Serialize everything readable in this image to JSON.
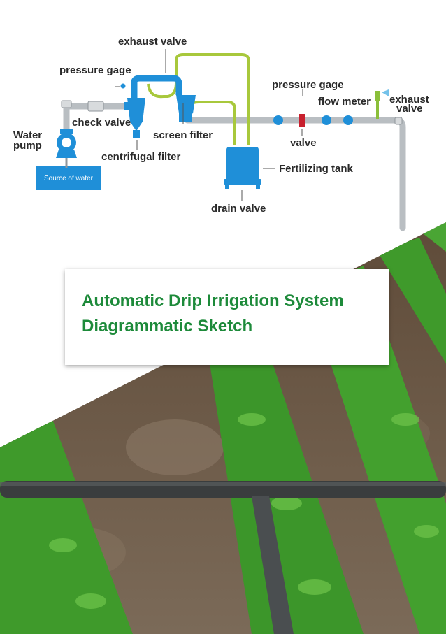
{
  "diagram": {
    "labels": {
      "exhaust_valve_top": "exhaust valve",
      "pressure_gage_left": "pressure gage",
      "check_valve": "check valve",
      "water_pump": [
        "Water",
        "pump"
      ],
      "source_of_water": "Source of water",
      "centrifugal_filter": "centrifugal filter",
      "screen_filter": "screen filter",
      "fertilizing_tank": "Fertilizing tank",
      "drain_valve": "drain valve",
      "pressure_gage_right": "pressure gage",
      "flow_meter": "flow meter",
      "valve": "valve",
      "exhaust_valve_right": [
        "exhaust",
        "valve"
      ]
    },
    "colors": {
      "pipe_grey": "#b9bec2",
      "equipment_blue": "#1f8fd8",
      "fertilizer_line_green": "#a8c83c",
      "valve_red": "#c8202e",
      "water_source": "#1e8fd6"
    }
  },
  "title": {
    "line1": "Automatic Drip Irrigation System",
    "line2": "Diagrammatic Sketch",
    "color": "#1d8a3a"
  },
  "photo": {
    "subject": "field-rows-drip-line",
    "colors": {
      "foliage": "#3e9a2a",
      "soil": "#6b5a48",
      "drip_pipe": "#3a3d3e"
    }
  }
}
